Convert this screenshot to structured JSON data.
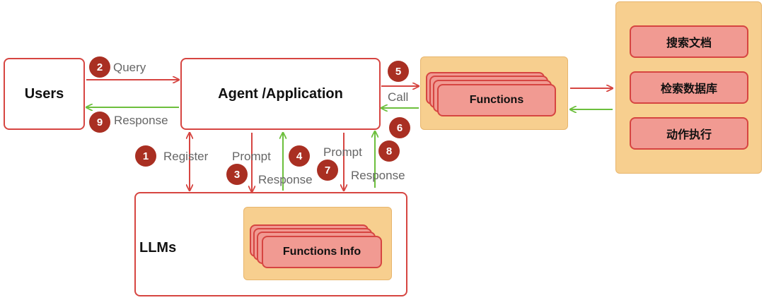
{
  "nodes": {
    "users": "Users",
    "agent": "Agent /Application",
    "llms": "LLMs",
    "functions": "Functions",
    "functions_info": "Functions Info"
  },
  "tools": [
    "搜索文档",
    "检索数据库",
    "动作执行"
  ],
  "edge_labels": {
    "query": "Query",
    "response_to_users": "Response",
    "register": "Register",
    "prompt_1": "Prompt",
    "response_1": "Response",
    "prompt_2": "Prompt",
    "response_2": "Response",
    "call": "Call"
  },
  "steps": [
    "1",
    "2",
    "3",
    "4",
    "5",
    "6",
    "7",
    "8",
    "9"
  ],
  "colors": {
    "request_arrow": "#d64541",
    "response_arrow": "#6cbf3c",
    "badge": "#a92f22",
    "tray": "#f7cf8f",
    "card": "#f19a92"
  }
}
